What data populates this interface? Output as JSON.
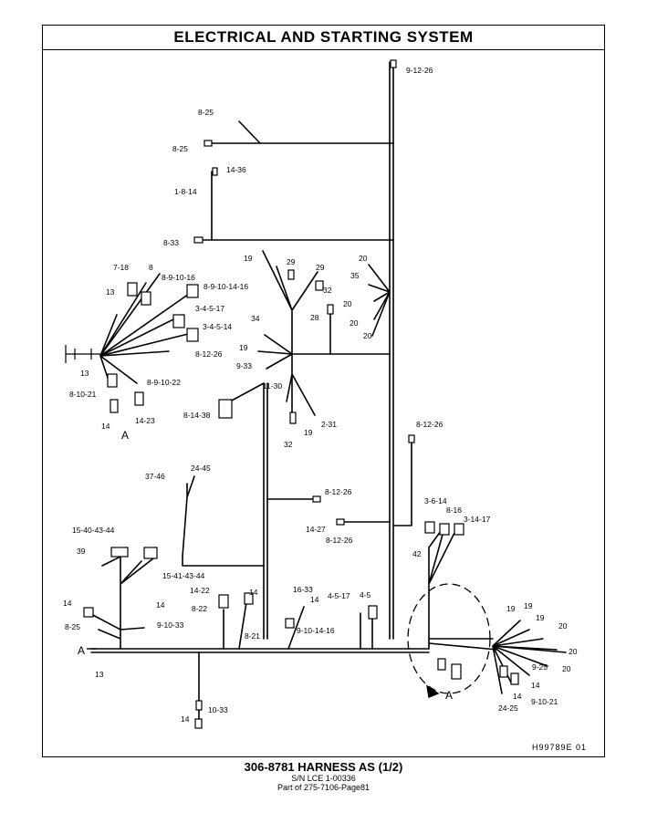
{
  "title": "ELECTRICAL  AND  STARTING  SYSTEM",
  "drawing_id": "H99789E    01",
  "footer": {
    "part_line": "306-8781  HARNESS AS (1/2)",
    "serial_line": "S/N LCE 1-00336",
    "reference_line": "Part of 275-7106-Page81"
  },
  "callouts": {
    "top_9_12_26": "9-12-26",
    "c_8_25_a": "8-25",
    "c_8_25_b": "8-25",
    "c_14_36": "14-36",
    "c_1_8_14": "1-8-14",
    "c_8_33": "8-33",
    "c_7_18": "7-18",
    "c_8": "8",
    "c_8_9_10_16": "8-9-10-16",
    "c_8_9_10_14_16": "8-9-10-14-16",
    "c_13_a": "13",
    "c_3_4_5_17": "3-4-5-17",
    "c_3_4_5_14": "3-4-5-14",
    "c_13_b": "13",
    "c_8_9_10_22": "8-9-10-22",
    "c_8_10_21": "8-10-21",
    "c_14_a": "14",
    "c_14_23": "14-23",
    "section_a_top": "A",
    "c_19_a": "19",
    "c_29_a": "29",
    "c_29_b": "29",
    "c_32_a": "32",
    "c_28": "28",
    "c_34": "34",
    "c_19_b": "19",
    "c_8_12_26_a": "8-12-26",
    "c_9_33": "9-33",
    "c_11_30": "11-30",
    "c_2_31": "2-31",
    "c_19_c": "19",
    "c_32_b": "32",
    "c_8_14_38": "8-14-38",
    "c_20_a": "20",
    "c_35": "35",
    "c_20_b": "20",
    "c_20_c": "20",
    "c_20_d": "20",
    "c_8_12_26_b": "8-12-26",
    "c_37_46": "37-46",
    "c_24_45": "24-45",
    "c_8_12_26_c": "8-12-26",
    "c_14_27": "14-27",
    "c_8_12_26_d": "8-12-26",
    "c_3_6_14": "3-6-14",
    "c_8_16": "8-16",
    "c_3_14_17": "3-14-17",
    "c_42": "42",
    "c_15_40_43_44": "15-40-43-44",
    "c_39": "39",
    "c_15_41_43_44": "15-41-43-44",
    "c_14_22": "14-22",
    "c_14_b": "14",
    "c_16_33": "16-33",
    "c_14_c": "14",
    "c_4_5_17": "4-5-17",
    "c_4_5": "4-5",
    "c_14_d": "14",
    "c_14_e": "14",
    "c_8_22": "8-22",
    "c_8_21": "8-21",
    "c_9_10_14_16": "9-10-14-16",
    "c_8_25_c": "8-25",
    "c_9_10_33": "9-10-33",
    "section_a_left": "A",
    "c_13_c": "13",
    "c_10_33": "10-33",
    "c_14_f": "14",
    "c_19_d": "19",
    "c_19_e": "19",
    "c_19_f": "19",
    "c_20_e": "20",
    "c_20_f": "20",
    "c_20_g": "20",
    "c_9_25": "9-25",
    "c_14_g": "14",
    "c_14_h": "14",
    "c_9_10_21": "9-10-21",
    "c_24_25": "24-25",
    "section_a_bottom": "A"
  }
}
